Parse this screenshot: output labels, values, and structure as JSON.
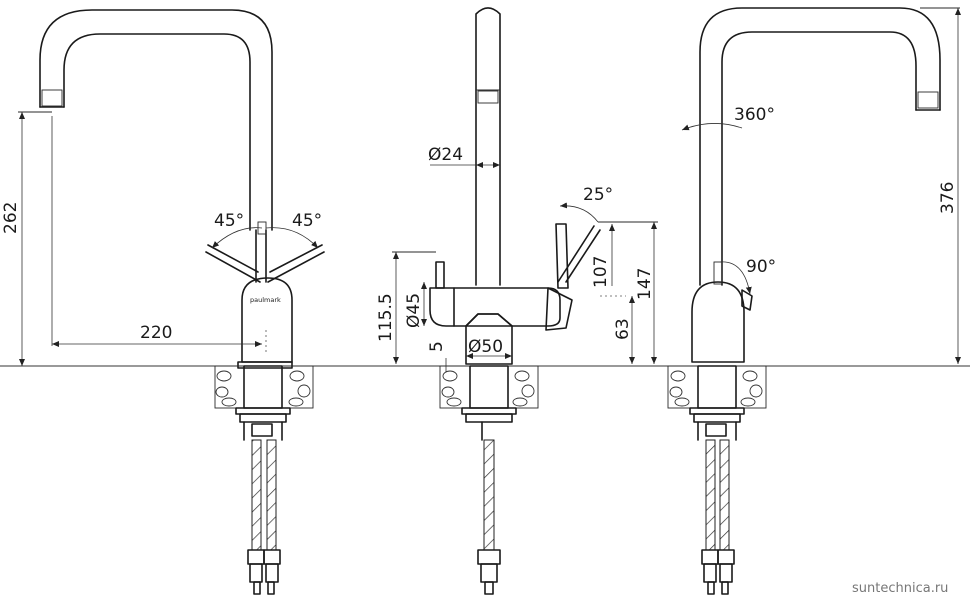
{
  "diagram": {
    "brand": "paulmark",
    "watermark": "suntechnica.ru",
    "front_view": {
      "height_spout": "262",
      "reach": "220",
      "angle_left": "45°",
      "angle_right": "45°"
    },
    "side_view": {
      "spout_diameter": "Ø24",
      "angle_lever": "25°",
      "body_height": "115.5",
      "body_diameter": "Ø45",
      "base_height": "5",
      "base_diameter": "Ø50",
      "lever_height": "107",
      "lever_top": "147",
      "outlet_height": "63"
    },
    "back_view": {
      "rotation": "360°",
      "total_height": "376",
      "lever_angle": "90°"
    }
  }
}
